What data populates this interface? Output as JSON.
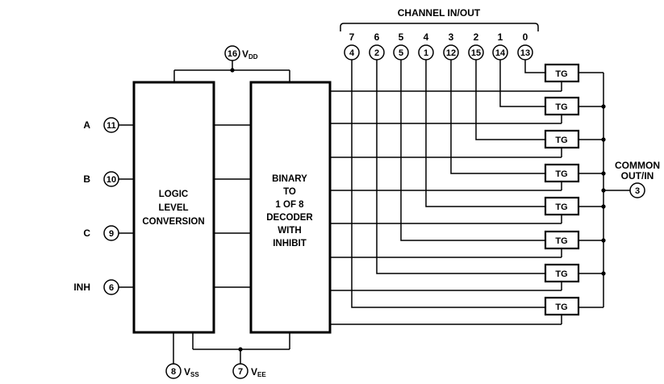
{
  "channel_header": "CHANNEL IN/OUT",
  "inputs": [
    {
      "label": "A",
      "pin": "11"
    },
    {
      "label": "B",
      "pin": "10"
    },
    {
      "label": "C",
      "pin": "9"
    },
    {
      "label": "INH",
      "pin": "6"
    }
  ],
  "logic_block": {
    "lines": [
      "LOGIC",
      "LEVEL",
      "CONVERSION"
    ]
  },
  "decoder_block": {
    "lines": [
      "BINARY",
      "TO",
      "1 OF 8",
      "DECODER",
      "WITH",
      "INHIBIT"
    ]
  },
  "supplies": {
    "vdd": {
      "pin": "16",
      "name": "V",
      "sub": "DD"
    },
    "vss": {
      "pin": "8",
      "name": "V",
      "sub": "SS"
    },
    "vee": {
      "pin": "7",
      "name": "V",
      "sub": "EE"
    }
  },
  "channels": [
    {
      "channel": "7",
      "pin": "4"
    },
    {
      "channel": "6",
      "pin": "2"
    },
    {
      "channel": "5",
      "pin": "5"
    },
    {
      "channel": "4",
      "pin": "1"
    },
    {
      "channel": "3",
      "pin": "12"
    },
    {
      "channel": "2",
      "pin": "15"
    },
    {
      "channel": "1",
      "pin": "14"
    },
    {
      "channel": "0",
      "pin": "13"
    }
  ],
  "switch_label": "TG",
  "common": {
    "lines": [
      "COMMON",
      "OUT/IN"
    ],
    "pin": "3"
  }
}
